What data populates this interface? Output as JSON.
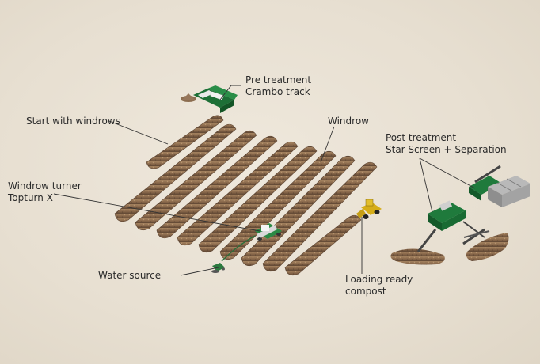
{
  "labels": {
    "pre_treatment": [
      "Pre treatment",
      "Crambo track"
    ],
    "start_windrows": [
      "Start with windrows"
    ],
    "windrow": [
      "Windrow"
    ],
    "post_treatment": [
      "Post treatment",
      "Star Screen + Separation"
    ],
    "windrow_turner": [
      "Windrow turner",
      "Topturn X"
    ],
    "water_source": [
      "Water source"
    ],
    "loading": [
      "Loading ready",
      "compost"
    ]
  },
  "colors": {
    "ground": "#e9e1d3",
    "compost": "#8a6a4c",
    "machine_green": "#1f7a3c",
    "loader_yellow": "#d9b21c",
    "leader_line": "#333333"
  },
  "icons": [
    "crambo-shredder-icon",
    "topturn-turner-icon",
    "water-pump-icon",
    "wheel-loader-icon",
    "star-screen-icon",
    "conveyor-icon"
  ]
}
